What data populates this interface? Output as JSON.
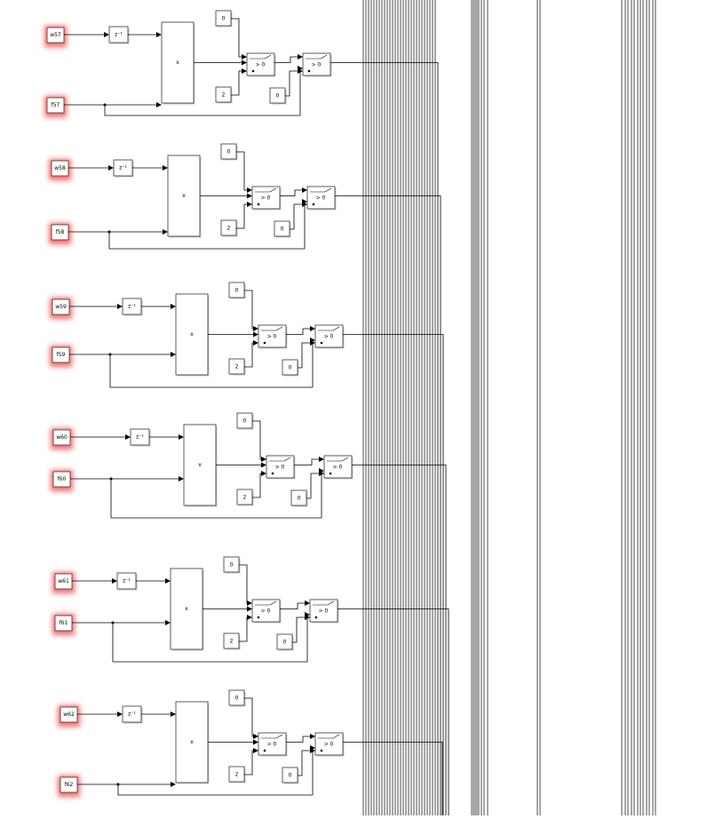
{
  "model": {
    "colors": {
      "highlight": "#ff3b3b",
      "line": "#000000",
      "block_border": "#333333"
    },
    "delay_label": "z⁻¹",
    "product_label": "x",
    "switch_label": "> 0",
    "rows": [
      {
        "in_w": "w57",
        "in_f": "f57",
        "const_top": "0",
        "const_mid": "2",
        "const_low": "0"
      },
      {
        "in_w": "w58",
        "in_f": "f58",
        "const_top": "0",
        "const_mid": "2",
        "const_low": "0"
      },
      {
        "in_w": "w59",
        "in_f": "f59",
        "const_top": "0",
        "const_mid": "2",
        "const_low": "0"
      },
      {
        "in_w": "w60",
        "in_f": "f60",
        "const_top": "0",
        "const_mid": "2",
        "const_low": "0"
      },
      {
        "in_w": "w61",
        "in_f": "f61",
        "const_top": "0",
        "const_mid": "2",
        "const_low": "0"
      },
      {
        "in_w": "w62",
        "in_f": "f62",
        "const_top": "0",
        "const_mid": "2",
        "const_low": "0"
      }
    ]
  }
}
